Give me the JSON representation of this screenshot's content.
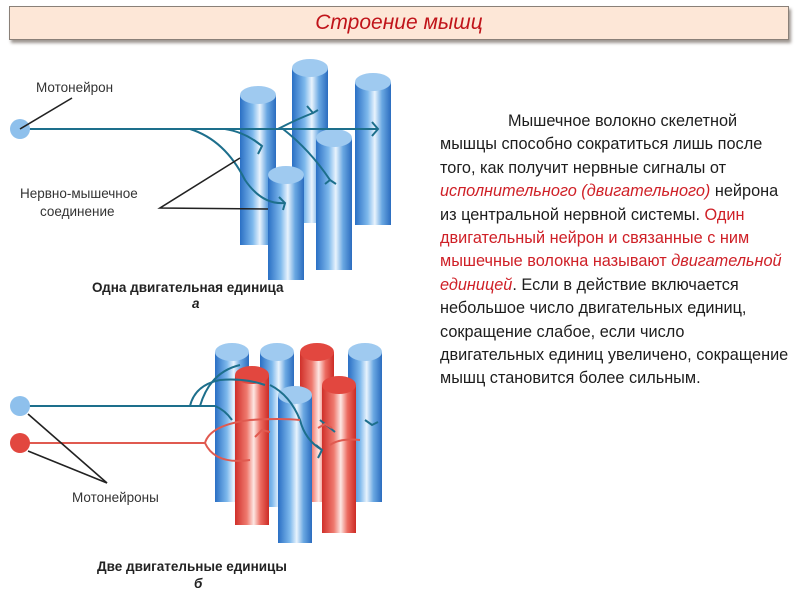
{
  "slide": {
    "title": "Строение мышц",
    "colors": {
      "title_bg": "#fde7d7",
      "title_text": "#c0141a",
      "highlight_red": "#cf2027",
      "muscle_blue": "#4a8fd6",
      "muscle_red": "#e2473f",
      "nerve_blue": "#1d6f8c",
      "nerve_red": "#e05a50"
    }
  },
  "figure_a": {
    "label_motoneuron": "Мотонейрон",
    "label_junction_line1": "Нервно-мышечное",
    "label_junction_line2": "соединение",
    "caption": "Одна двигательная единица",
    "letter": "а"
  },
  "figure_b": {
    "label_motoneurons": "Мотонейроны",
    "caption": "Две двигательные единицы",
    "letter": "б"
  },
  "text": {
    "p1": "Мышечное волокно скелетной мышцы способно сократиться лишь после того, как получит нервные сигналы от ",
    "p1_red_italic": "исполнительного (двигательного)",
    "p2": " нейрона из центральной нервной системы. ",
    "p2_red": "Один двигательный нейрон и связанные с ним мышечные волокна называют ",
    "p2_red_italic": "двигательной единицей",
    "p3": ". Если в действие включается небольшое число двигательных единиц, сокращение слабое, если число двигательных единиц увеличено, сокращение мышц становится более сильным."
  }
}
